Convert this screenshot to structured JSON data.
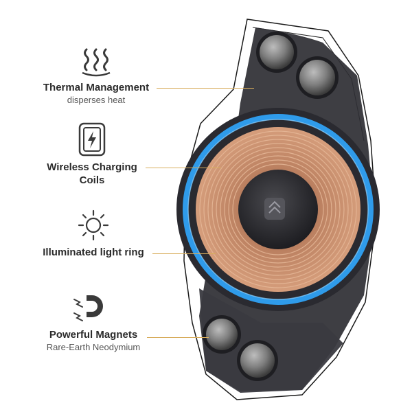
{
  "features": [
    {
      "icon": "heat-waves-icon",
      "title": "Thermal Management",
      "subtitle": "disperses heat"
    },
    {
      "icon": "charging-phone-icon",
      "title": "Wireless Charging",
      "title_line2": "Coils"
    },
    {
      "icon": "sun-icon",
      "title": "Illuminated light ring"
    },
    {
      "icon": "magnet-icon",
      "title": "Powerful Magnets",
      "subtitle": "Rare-Earth Neodymium"
    }
  ],
  "colors": {
    "leader_line": "#d8ad5c",
    "light_ring": "#2f9bea",
    "coil": "#c48a66",
    "body": "#2e2e33",
    "title_text": "#2b2b2b"
  }
}
